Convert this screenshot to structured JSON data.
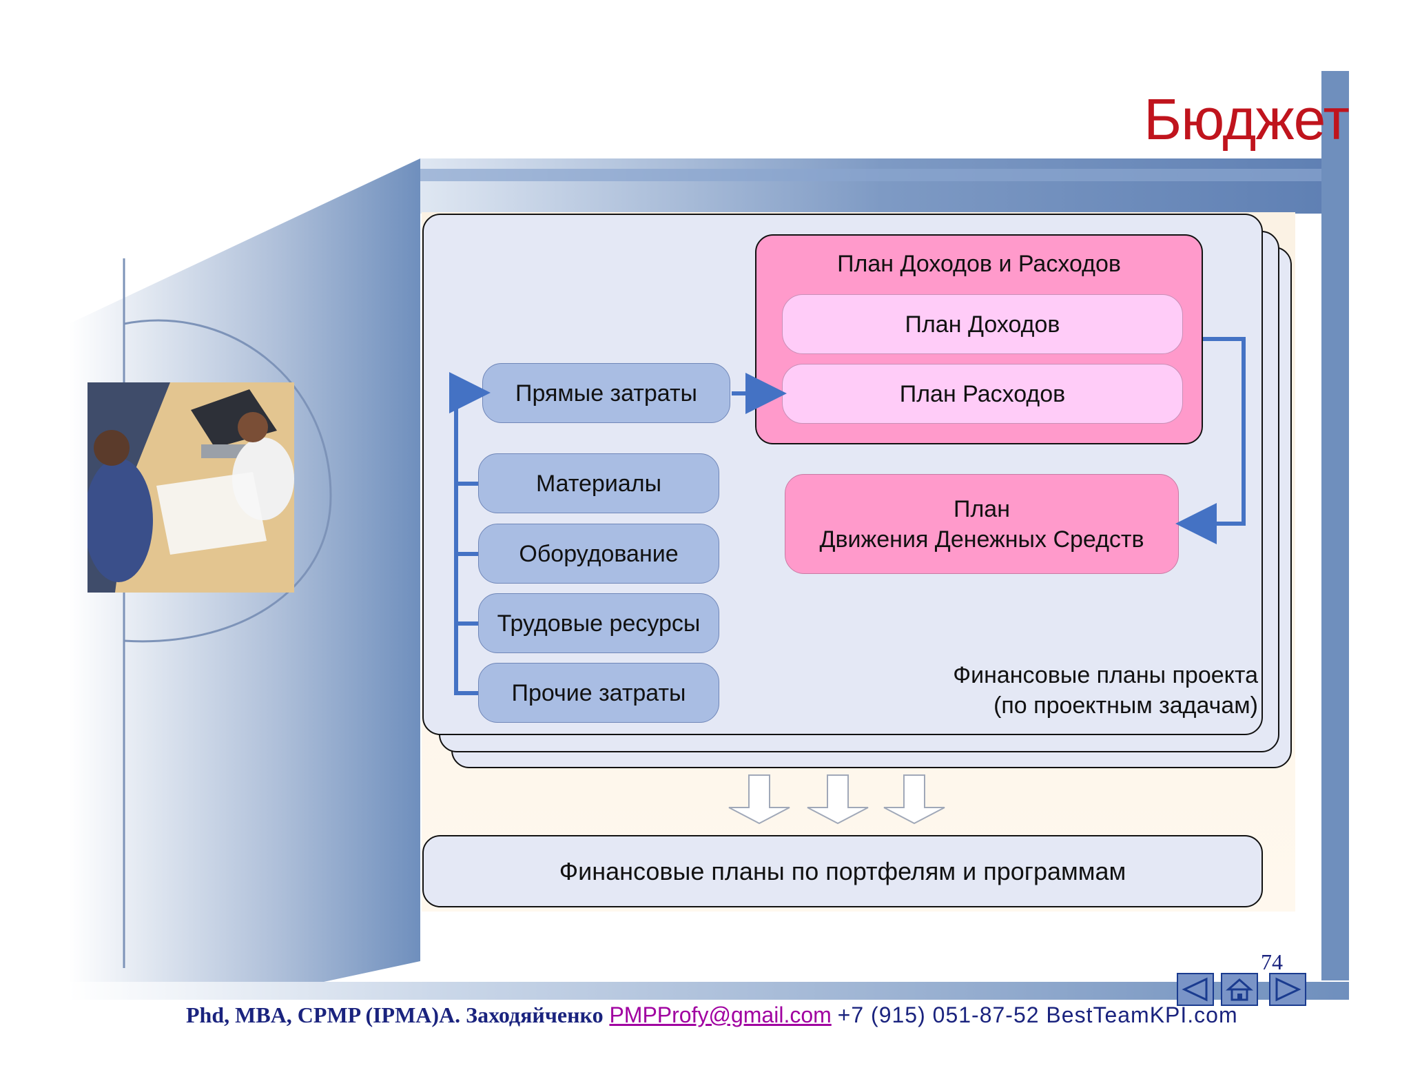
{
  "slide": {
    "title": "Бюджет",
    "page_number": "74"
  },
  "diagram": {
    "cost_header": "Прямые затраты",
    "cost_items": [
      "Материалы",
      "Оборудование",
      "Трудовые ресурсы",
      "Прочие затраты"
    ],
    "income_expense_plan": {
      "title": "План Доходов и Расходов",
      "income": "План Доходов",
      "expense": "План Расходов"
    },
    "cash_flow_plan": [
      "План",
      "Движения Денежных Средств"
    ],
    "project_plans_note": [
      "Финансовые планы проекта",
      "(по проектным задачам)"
    ],
    "portfolio_plans": "Финансовые планы по портфелям и программам"
  },
  "footer": {
    "author": "Phd, MBA, CPMP (IPMA)А. Заходяйченко",
    "email": "PMPProfy@gmail.com",
    "contacts": "+7 (915) 051-87-52 BestTeamKPI.com"
  },
  "nav": {
    "prev_icon": "triangle-left-icon",
    "home_icon": "home-icon",
    "next_icon": "triangle-right-icon"
  },
  "colors": {
    "title": "#c0141d",
    "blue_box": "#a9bde3",
    "pink_box": "#ff9acb",
    "light_pink_box": "#ffccf8",
    "panel": "#e4e8f5",
    "connector": "#4472c4"
  }
}
